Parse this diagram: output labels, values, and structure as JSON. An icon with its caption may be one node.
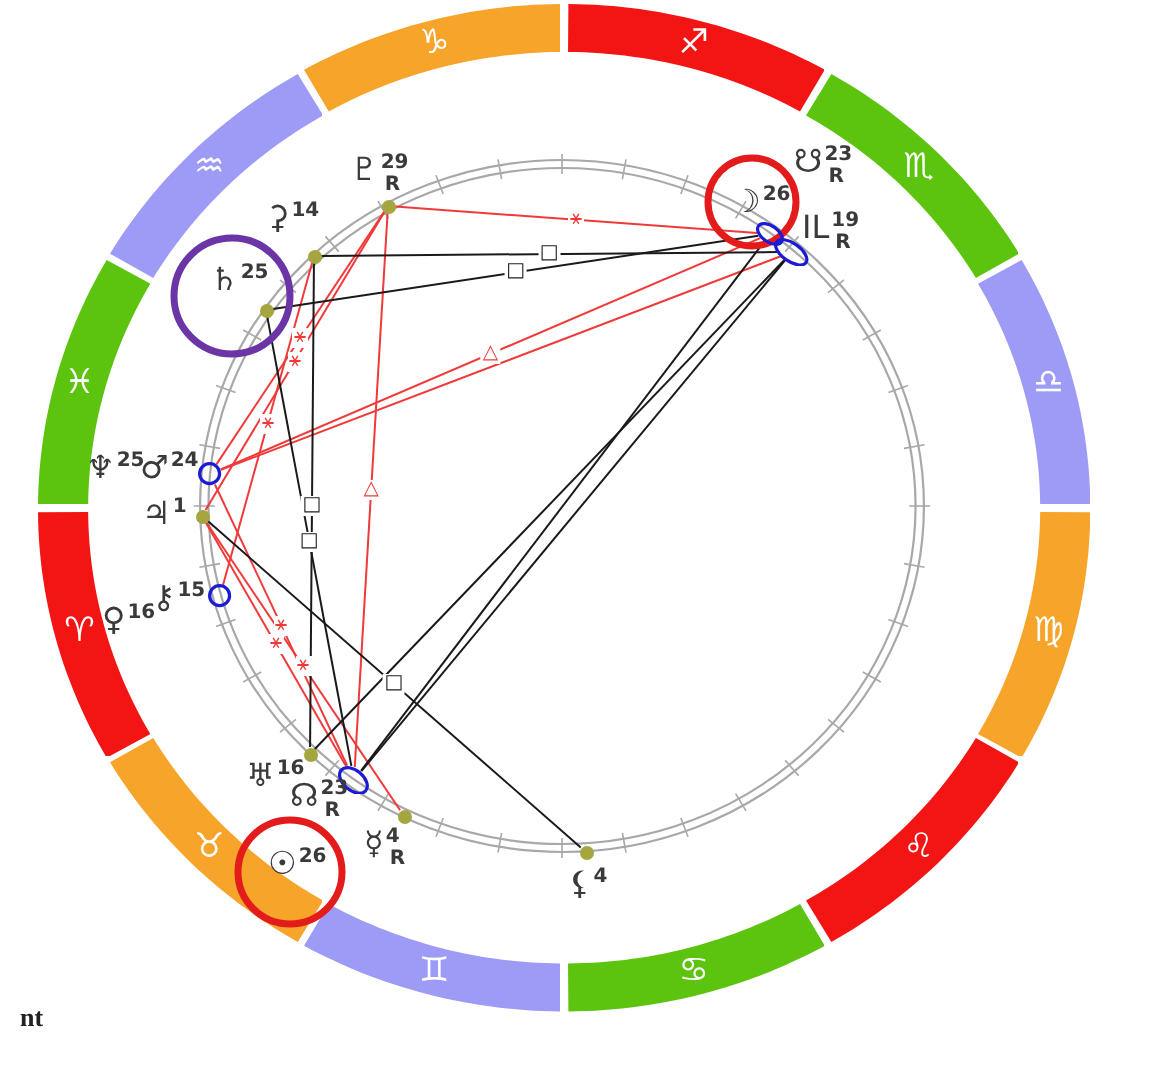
{
  "diagram": {
    "nodes": [
      {
        "text": [
          "♑"
        ]
      },
      {
        "text": [
          "♐"
        ]
      },
      {
        "text": [
          "♏"
        ]
      },
      {
        "text": [
          "♎"
        ]
      },
      {
        "text": [
          "♍"
        ]
      },
      {
        "text": [
          "♌"
        ]
      },
      {
        "text": [
          "♋"
        ]
      },
      {
        "text": [
          "♊"
        ]
      },
      {
        "text": [
          "♉"
        ]
      },
      {
        "text": [
          "♈"
        ]
      },
      {
        "text": [
          "♓"
        ]
      },
      {
        "text": [
          "♒"
        ]
      },
      {
        "text": [],
        "shape": "dot",
        "beside": [
          "♇$^{29}$$_{R}$"
        ]
      },
      {
        "text": [],
        "shape": "dot",
        "beside": [
          "⚳$^{14}$"
        ]
      },
      {
        "text": [],
        "shape": "dot",
        "beside": [
          "♄$^{25}$"
        ]
      },
      {
        "text": [],
        "shape": "ellipse",
        "beside": [
          "♆$^{25}$",
          "♂$^{24}$"
        ]
      },
      {
        "text": [],
        "shape": "dot",
        "beside": [
          "♃$^{1}$"
        ]
      },
      {
        "text": [],
        "shape": "ellipse",
        "beside": [
          "♀$^{16}$",
          "⚷$^{15}$"
        ]
      },
      {
        "text": [],
        "shape": "dot",
        "beside": [
          "♅$^{16}$"
        ]
      },
      {
        "text": [],
        "shape": "ellipse",
        "beside": [
          "☊$^{23}$$_{R}$"
        ]
      },
      {
        "text": [],
        "shape": "dot",
        "beside": [
          "☿$^{4}$$_{R}$"
        ]
      },
      {
        "text": [],
        "shape": "dot",
        "beside": [
          "⚸$^{4}$"
        ]
      },
      {
        "text": [],
        "shape": "ellipse",
        "beside": [
          "☽$^{26}$",
          "☋$^{23}$$_{R}$"
        ]
      },
      {
        "text": [],
        "shape": "ellipse",
        "beside": [
          "IL$^{19}$$_{R}$"
        ]
      }
    ],
    "edges": [
      {
        "from": 12,
        "to": 22,
        "arrow": "none",
        "label": "⚹"
      },
      {
        "from": 12,
        "to": 19,
        "arrow": "none",
        "label": "△"
      },
      {
        "from": 12,
        "to": 15,
        "arrow": "none",
        "label": "⚹"
      },
      {
        "from": 12,
        "to": 16,
        "arrow": "none",
        "label": "⚹"
      },
      {
        "from": 22,
        "to": 15,
        "arrow": "none",
        "label": "△"
      },
      {
        "from": 23,
        "to": 15,
        "arrow": "none"
      },
      {
        "from": 17,
        "to": 13,
        "arrow": "none",
        "label": "⚹"
      },
      {
        "from": 15,
        "to": 19,
        "arrow": "none",
        "label": "⚹"
      },
      {
        "from": 16,
        "to": 19,
        "arrow": "none",
        "label": "⚹"
      },
      {
        "from": 16,
        "to": 20,
        "arrow": "none",
        "label": "⚹"
      },
      {
        "from": 13,
        "to": 23,
        "arrow": "none",
        "label": "□",
        "color": "#1a1a1a"
      },
      {
        "from": 14,
        "to": 22,
        "arrow": "none",
        "label": "□",
        "color": "#1a1a1a"
      },
      {
        "from": 13,
        "to": 18,
        "arrow": "none",
        "label": "□",
        "color": "#1a1a1a"
      },
      {
        "from": 14,
        "to": 19,
        "arrow": "none",
        "label": "□",
        "color": "#1a1a1a"
      },
      {
        "from": 16,
        "to": 21,
        "arrow": "none",
        "label": "□",
        "color": "#1a1a1a"
      },
      {
        "from": 19,
        "to": 22,
        "arrow": "none",
        "color": "#1a1a1a"
      },
      {
        "from": 19,
        "to": 23,
        "arrow": "none",
        "color": "#1a1a1a"
      },
      {
        "from": 18,
        "to": 23,
        "arrow": "none",
        "color": "#1a1a1a"
      }
    ],
    "labels": [
      "☉$^{26}$",
      "nt"
    ]
  }
}
